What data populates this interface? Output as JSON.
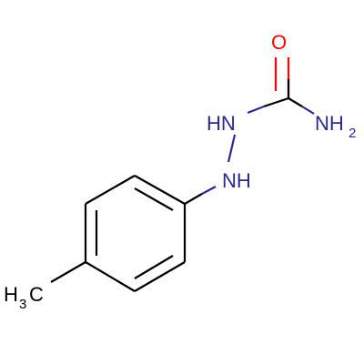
{
  "molecule": {
    "atom_labels": {
      "oxygen": "O",
      "hydrazine_n1": "HN",
      "hydrazine_n2": "NH",
      "amide_n_main": "NH",
      "amide_n_sub": "2",
      "methyl_main": "H",
      "methyl_sub": "3",
      "methyl_c": "C"
    },
    "colors": {
      "bond": "#000000",
      "oxygen": "#ff0000",
      "nitrogen": "#2a2a8c",
      "carbon_label": "#000000"
    }
  }
}
